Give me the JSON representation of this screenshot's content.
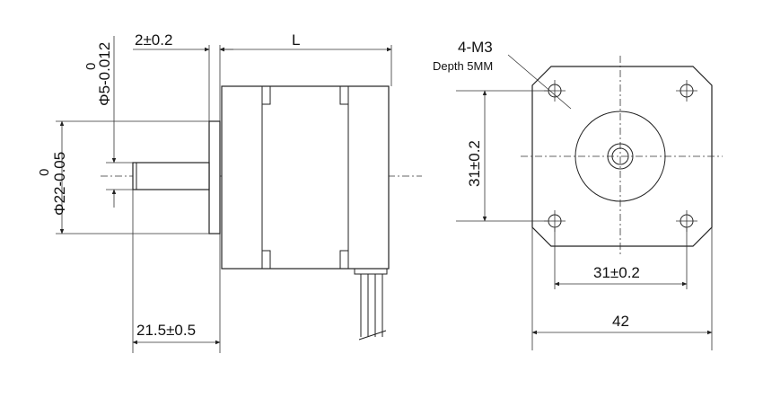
{
  "side_view": {
    "shaft_diameter": "Φ5-0.012",
    "shaft_tol_upper": "0",
    "boss_diameter": "Φ22-0.05",
    "boss_tol_upper": "0",
    "boss_height": "2±0.2",
    "body_length": "L",
    "shaft_length": "21.5±0.5"
  },
  "front_view": {
    "holes_label": "4-M3",
    "depth_label": "Depth 5MM",
    "hole_spacing_vertical": "31±0.2",
    "hole_spacing_horizontal": "31±0.2",
    "flange_width": "42"
  }
}
